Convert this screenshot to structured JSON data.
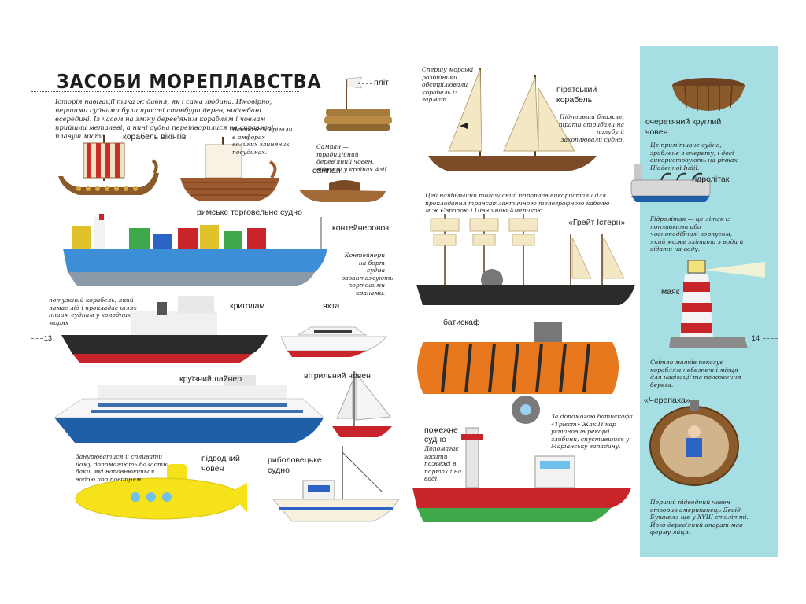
{
  "title": "ЗАСОБИ МОРЕПЛАВСТВА",
  "intro": "Історія навігації така ж давня, як і сама людина. Ймовірно, першими суднами були прості стовбури дерев, видовбані всередині. Із часом на зміну дерев'яним кораблям і човнам прийшли металеві, а нині судна перетворилися на справжні плавучі міста.",
  "page_numbers": {
    "left": "13",
    "right": "14"
  },
  "left_page": {
    "plit": {
      "label": "пліт"
    },
    "viking": {
      "label": "корабель вікінгів"
    },
    "roman": {
      "label": "римське торговельне судно",
      "note": "Вантаж зберігали в амфорах — великих глиняних посудинах."
    },
    "sampan": {
      "label": "сампан",
      "note": "Сампан — традиційний дерев'яний човен, відомий у країнах Азії."
    },
    "container": {
      "label": "контейнеровоз",
      "note": "Контейнери на борт судна завантажують портовими кранами."
    },
    "icebreaker": {
      "label": "криголам",
      "note": "потужний корабель, який ламає лід і прокладає шлях іншим суднам у холодних морях"
    },
    "yacht": {
      "label": "яхта"
    },
    "cruise": {
      "label": "круїзний лайнер"
    },
    "sailboat": {
      "label": "вітрильний човен"
    },
    "submarine": {
      "label": "підводний човен",
      "note": "Занурюватися й спливати йому допомагають баластні баки, які наповнюються водою або повітрям."
    },
    "fishing": {
      "label": "риболовецьке судно"
    }
  },
  "right_page": {
    "pirate": {
      "label": "піратський корабель",
      "note_top": "Спершу морські розбійники обстрілювали корабель із гармат.",
      "note_right": "Підпливши ближче, пірати стрибали на палубу й захоплювали судно."
    },
    "great_eastern": {
      "label": "«Грейт Істерн»",
      "note": "Цей найбільший тогочасний пароплав використали для прокладання трансатлантичного телеграфного кабелю між Європою і Північною Америкою."
    },
    "bathyscaphe": {
      "label": "батискаф",
      "note": "За допомогою батискафа «Трієст» Жак Пікар установив рекорд глибини, спустившись у Маріанську западину."
    },
    "fireboat": {
      "label": "пожежне судно",
      "note": "Допомагає гасити пожежі в портах і на воді."
    },
    "coracle": {
      "label": "очеретяний круглий човен",
      "note": "Це примітивне судно, зроблене з очерету, і досі використовують на річках Південної Індії."
    },
    "hydroplane": {
      "label": "гідролітак",
      "note": "Гідролітак — це літак із поплавками або човноподібним корпусом, який може злітати з води й сідати на воду."
    },
    "lighthouse": {
      "label": "маяк",
      "note": "Світло маяків показує кораблям небезпечні місця для навігації та положення берега."
    },
    "turtle": {
      "label": "«Черепаха»",
      "note": "Перший підводний човен створив американець Девід Бушнелл ще у XVIII столітті. Його дерев'яний апарат мав форму яйця."
    }
  },
  "colors": {
    "panel": "#a6dfe3",
    "hull_red": "#c8252b",
    "hull_dark": "#2b2b2b",
    "wood": "#8b5a2b",
    "sail": "#f3e7c4",
    "bathyscaphe": "#e8781e",
    "submarine_yellow": "#f5e21a",
    "container_blue": "#3c8fd6"
  }
}
